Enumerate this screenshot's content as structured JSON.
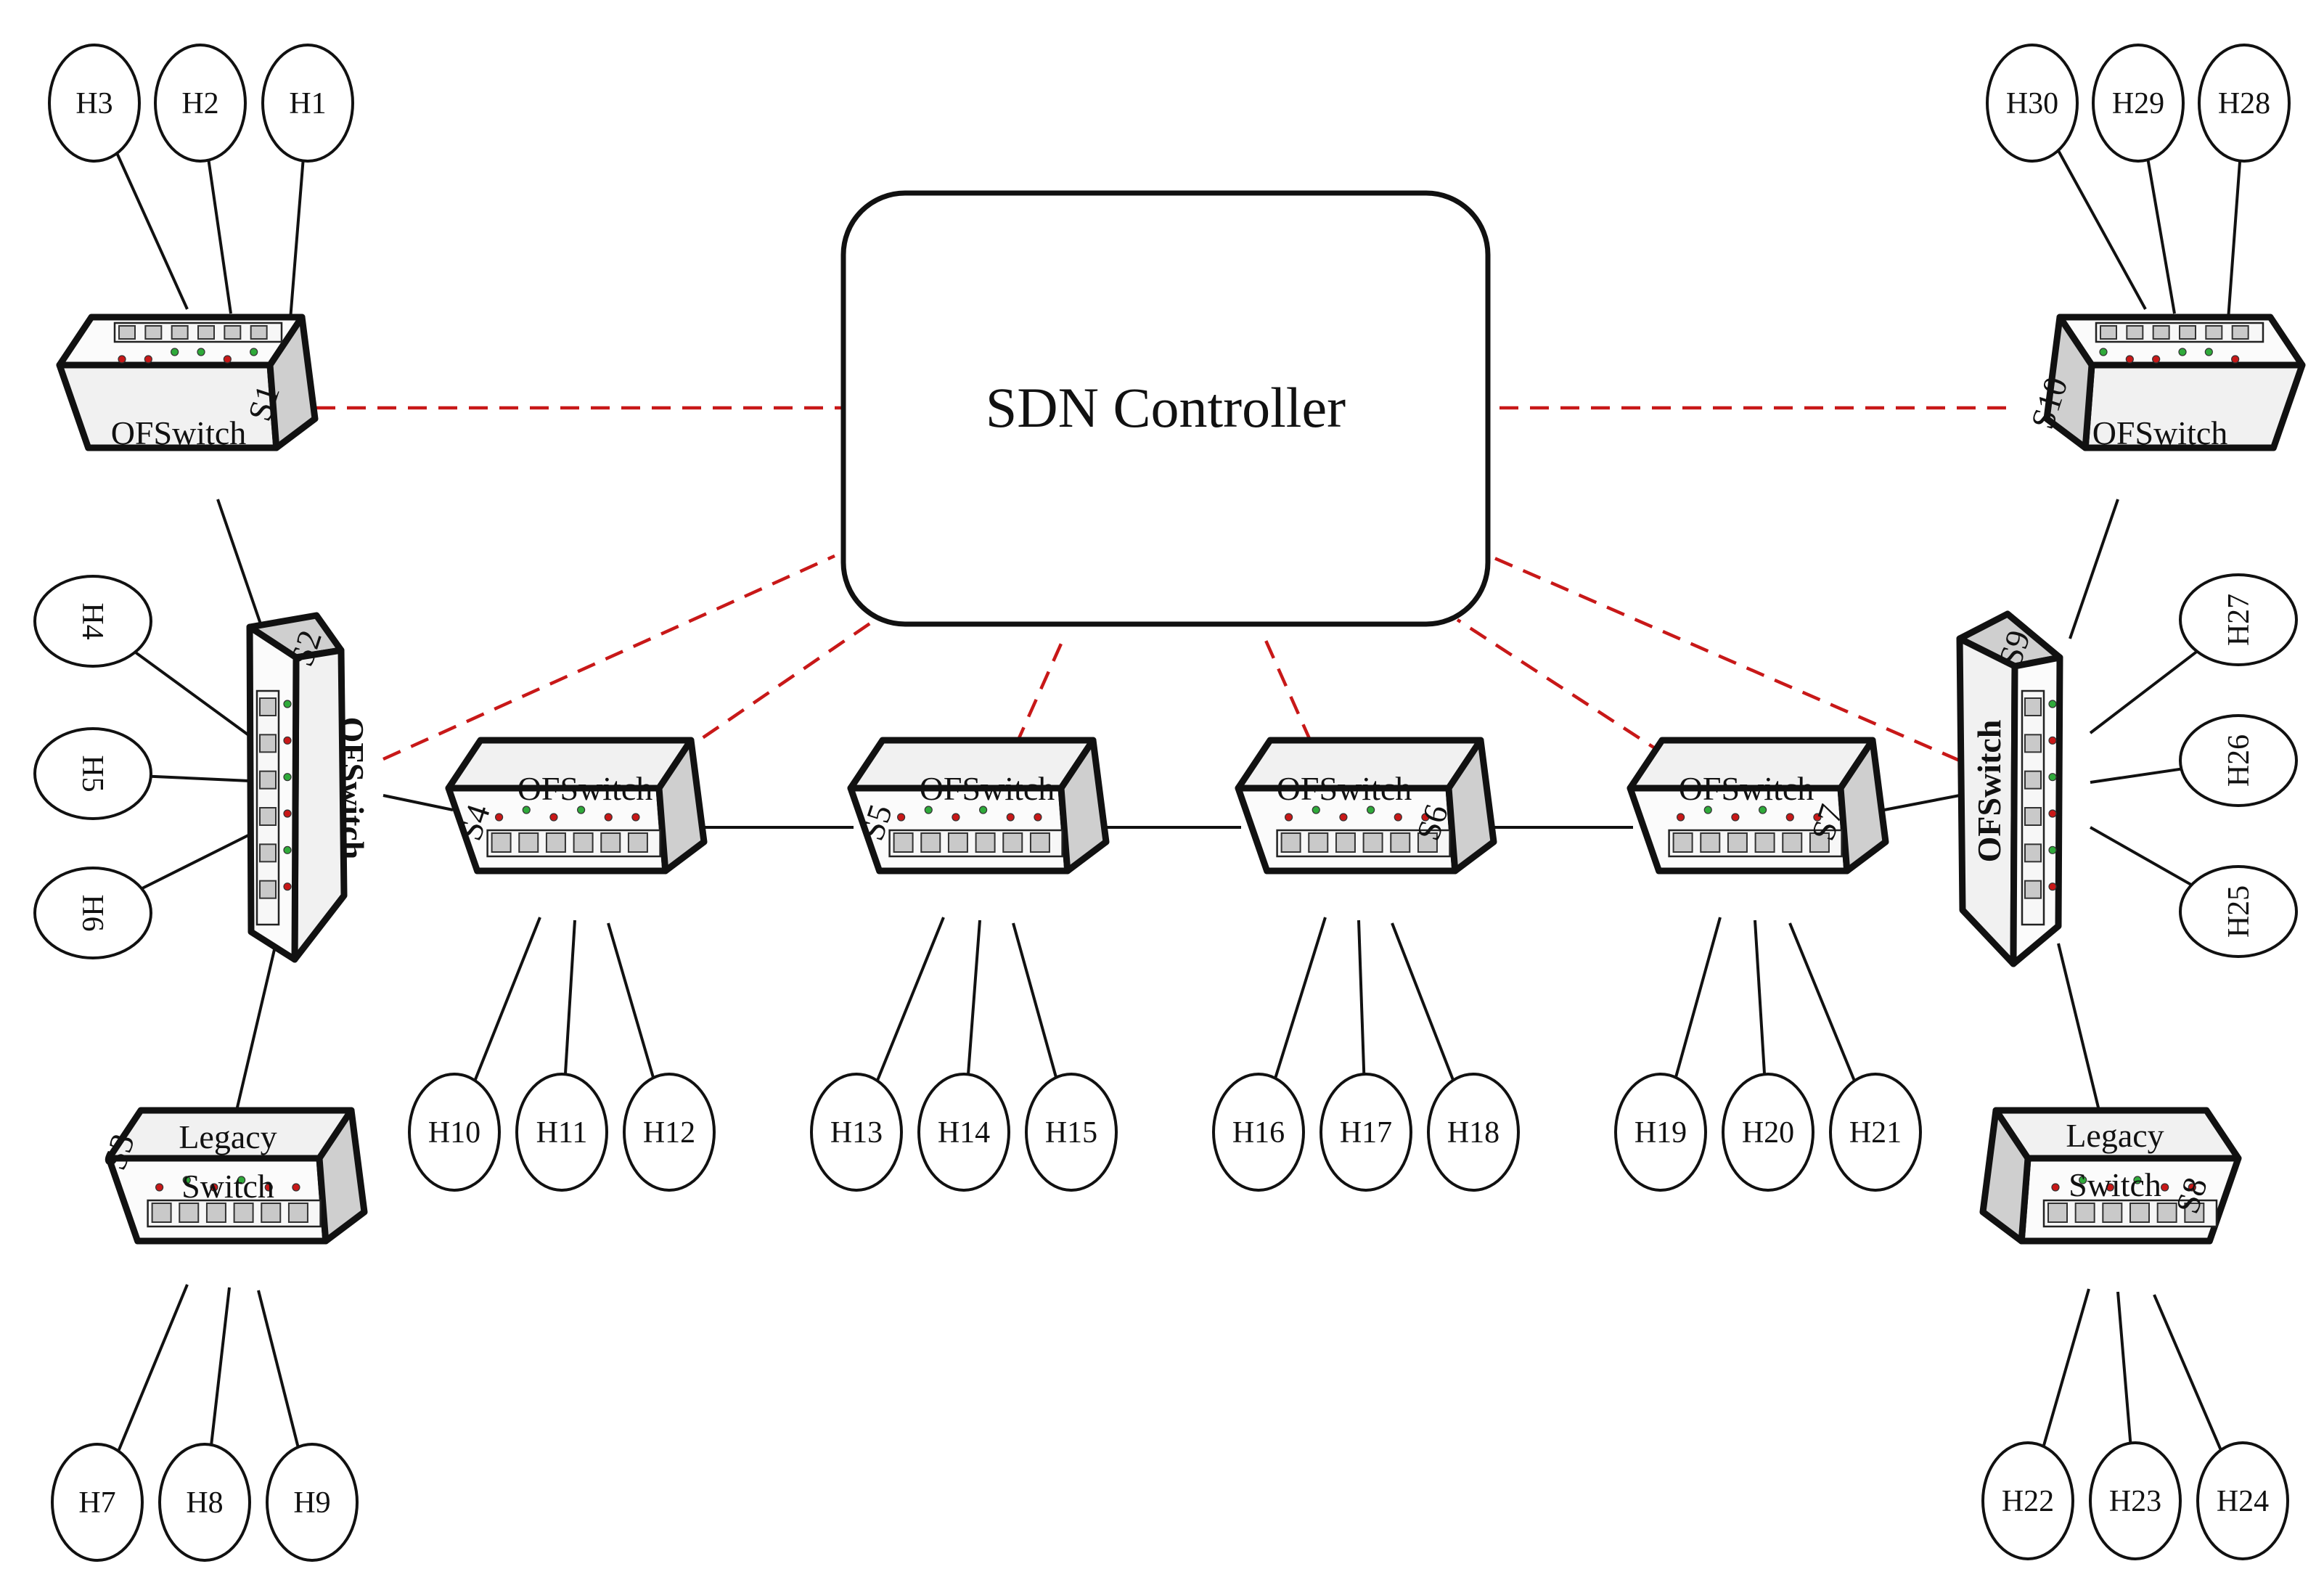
{
  "controller": {
    "label": "SDN Controller"
  },
  "switch_type_labels": {
    "openflow": "OFSwitch",
    "legacy_line1": "Legacy",
    "legacy_line2": "Switch"
  },
  "switches": [
    {
      "id": "S1",
      "type": "openflow"
    },
    {
      "id": "S2",
      "type": "openflow"
    },
    {
      "id": "S3",
      "type": "legacy"
    },
    {
      "id": "S4",
      "type": "openflow"
    },
    {
      "id": "S5",
      "type": "openflow"
    },
    {
      "id": "S6",
      "type": "openflow"
    },
    {
      "id": "S7",
      "type": "openflow"
    },
    {
      "id": "S8",
      "type": "legacy"
    },
    {
      "id": "S9",
      "type": "openflow"
    },
    {
      "id": "S10",
      "type": "openflow"
    }
  ],
  "hosts": [
    "H1",
    "H2",
    "H3",
    "H4",
    "H5",
    "H6",
    "H7",
    "H8",
    "H9",
    "H10",
    "H11",
    "H12",
    "H13",
    "H14",
    "H15",
    "H16",
    "H17",
    "H18",
    "H19",
    "H20",
    "H21",
    "H22",
    "H23",
    "H24",
    "H25",
    "H26",
    "H27",
    "H28",
    "H29",
    "H30"
  ],
  "host_links": {
    "S1": [
      "H1",
      "H2",
      "H3"
    ],
    "S2": [
      "H4",
      "H5",
      "H6"
    ],
    "S3": [
      "H7",
      "H8",
      "H9"
    ],
    "S4": [
      "H10",
      "H11",
      "H12"
    ],
    "S5": [
      "H13",
      "H14",
      "H15"
    ],
    "S6": [
      "H16",
      "H17",
      "H18"
    ],
    "S7": [
      "H19",
      "H20",
      "H21"
    ],
    "S8": [
      "H22",
      "H23",
      "H24"
    ],
    "S9": [
      "H25",
      "H26",
      "H27"
    ],
    "S10": [
      "H28",
      "H29",
      "H30"
    ]
  },
  "switch_links": [
    [
      "S1",
      "S2"
    ],
    [
      "S2",
      "S3"
    ],
    [
      "S2",
      "S4"
    ],
    [
      "S4",
      "S5"
    ],
    [
      "S5",
      "S6"
    ],
    [
      "S6",
      "S7"
    ],
    [
      "S7",
      "S9"
    ],
    [
      "S9",
      "S8"
    ],
    [
      "S9",
      "S10"
    ]
  ],
  "controller_links": [
    "S1",
    "S2",
    "S4",
    "S5",
    "S6",
    "S7",
    "S9",
    "S10"
  ],
  "colors": {
    "control_link": "#c81818",
    "data_link": "#111111",
    "led_green": "#2faa3a",
    "led_red": "#c81818"
  }
}
